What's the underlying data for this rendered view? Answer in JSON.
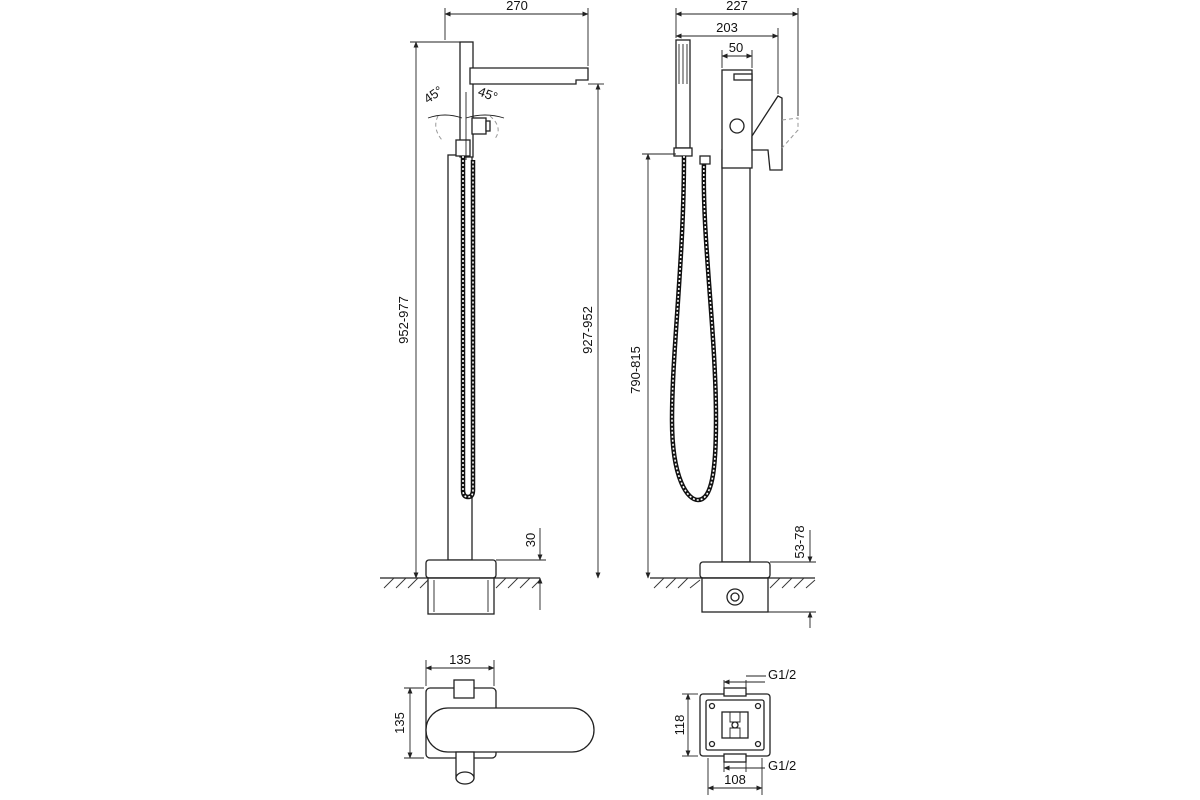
{
  "title": "",
  "colors": {
    "line": "#222222",
    "background": "#ffffff"
  },
  "views": {
    "front": {
      "dimensions": {
        "spout_reach": "270",
        "total_height": "952-977",
        "spout_height": "927-952",
        "floor_offset": "30",
        "rotation_left": "45°",
        "rotation_right": "45°"
      }
    },
    "side": {
      "dimensions": {
        "overall_depth": "227",
        "handle_depth": "203",
        "body_width": "50",
        "handshower_height": "790-815",
        "floor_range": "53-78"
      }
    },
    "top": {
      "dimensions": {
        "width": "135",
        "depth": "135"
      }
    },
    "base": {
      "dimensions": {
        "connection_top": "G1/2",
        "connection_bottom": "G1/2",
        "height": "118",
        "width": "108"
      }
    }
  }
}
